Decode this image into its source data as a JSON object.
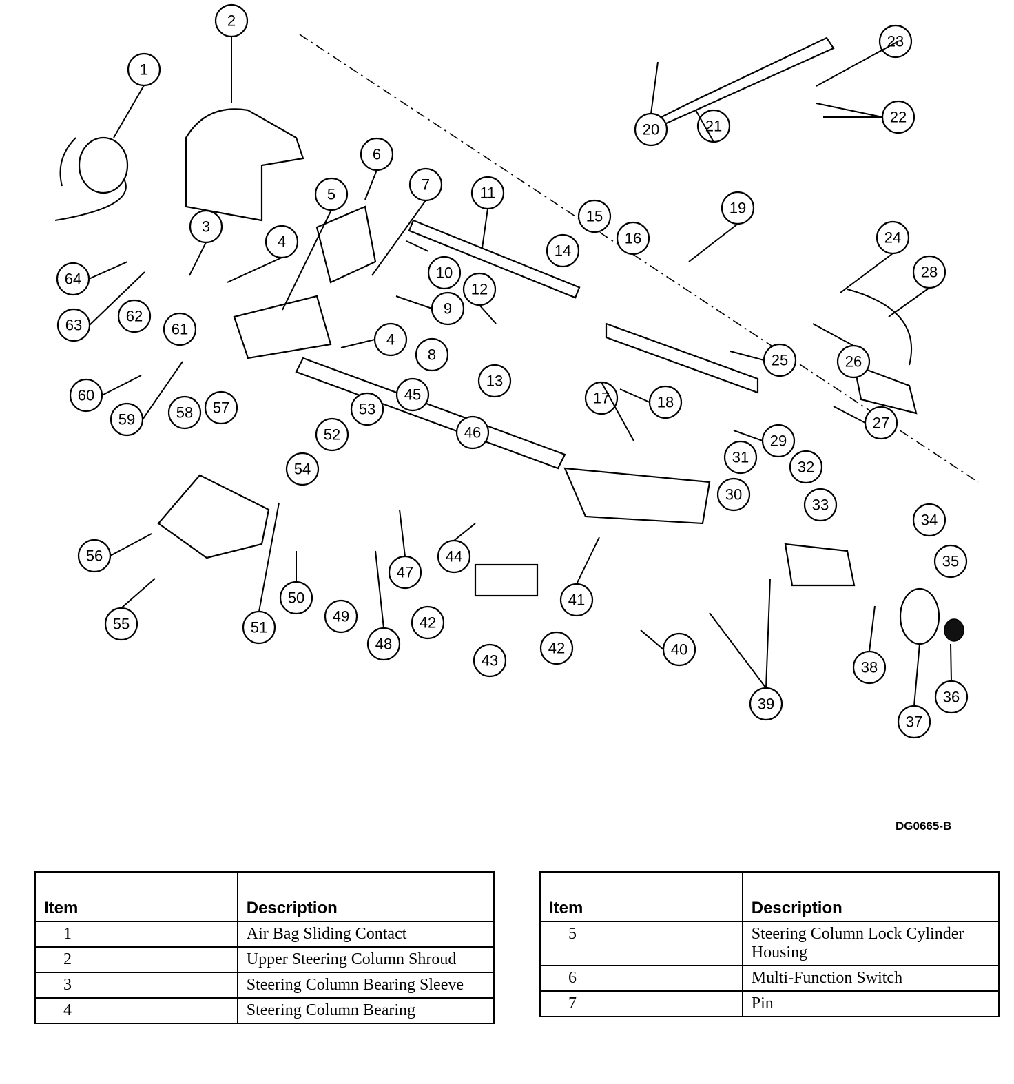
{
  "figure_code": "DG0665-B",
  "callouts": [
    "1",
    "2",
    "3",
    "4",
    "4",
    "5",
    "6",
    "7",
    "8",
    "9",
    "10",
    "11",
    "12",
    "13",
    "14",
    "15",
    "16",
    "17",
    "18",
    "19",
    "20",
    "21",
    "22",
    "23",
    "24",
    "25",
    "26",
    "27",
    "28",
    "29",
    "30",
    "31",
    "32",
    "33",
    "34",
    "35",
    "36",
    "37",
    "38",
    "39",
    "40",
    "41",
    "42",
    "42",
    "43",
    "44",
    "45",
    "46",
    "47",
    "48",
    "49",
    "50",
    "51",
    "52",
    "53",
    "54",
    "55",
    "56",
    "57",
    "58",
    "59",
    "60",
    "61",
    "62",
    "63",
    "64"
  ],
  "legend_left": {
    "header_item": "Item",
    "header_desc": "Description",
    "rows": [
      {
        "item": "1",
        "desc": "Air Bag Sliding Contact"
      },
      {
        "item": "2",
        "desc": "Upper Steering Column Shroud"
      },
      {
        "item": "3",
        "desc": "Steering Column Bearing Sleeve"
      },
      {
        "item": "4",
        "desc": "Steering Column Bearing"
      }
    ]
  },
  "legend_right": {
    "header_item": "Item",
    "header_desc": "Description",
    "rows": [
      {
        "item": "5",
        "desc": "Steering Column Lock Cylinder Housing"
      },
      {
        "item": "6",
        "desc": "Multi-Function Switch"
      },
      {
        "item": "7",
        "desc": "Pin"
      }
    ]
  }
}
